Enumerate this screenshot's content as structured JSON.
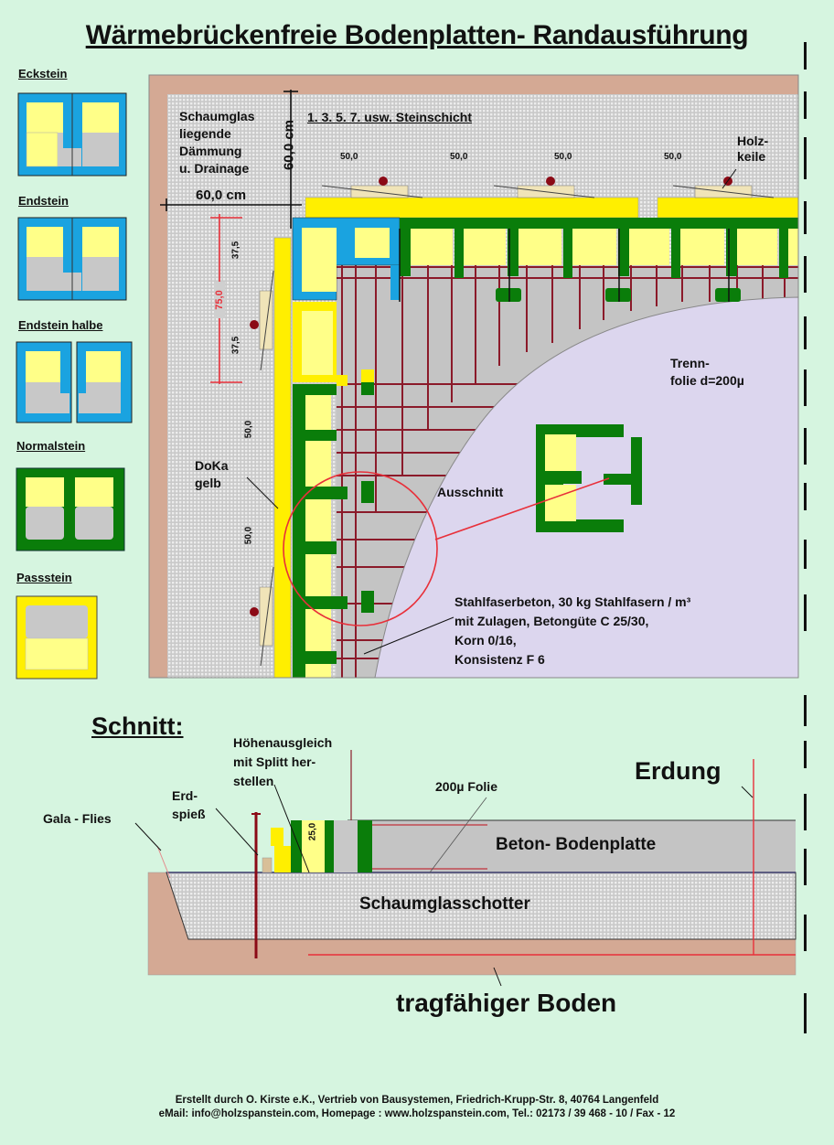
{
  "title": "Wärmebrückenfreie Bodenplatten- Randausführung",
  "colors": {
    "background": "#d6f5e0",
    "soil": "#d4a994",
    "gravel": "#d0d0d0",
    "blue_block": "#1aa3e0",
    "green_block": "#0a7d0a",
    "yellow_form": "#ffef00",
    "fill_light_yellow": "#ffff88",
    "concrete_grey": "#c4c4c4",
    "foil_lilac": "#dcd6ee",
    "rebar": "#8b1a2a",
    "red_line": "#e8303a"
  },
  "legend": [
    {
      "label": "Eckstein",
      "type": "corner-block"
    },
    {
      "label": "Endstein",
      "type": "end-block"
    },
    {
      "label": "Endstein halbe",
      "type": "half-end-block"
    },
    {
      "label": "Normalstein",
      "type": "normal-block"
    },
    {
      "label": "Passstein",
      "type": "fit-block"
    }
  ],
  "plan": {
    "insulation_label": [
      "Schaumglas",
      "liegende",
      "Dämmung",
      "u. Drainage"
    ],
    "dim_horizontal": "60,0 cm",
    "dim_vertical": "60,0 cm",
    "layer_caption": "1. 3. 5. 7. usw. Steinschicht",
    "spacing_labels": [
      "50,0",
      "50,0",
      "50,0",
      "50,0"
    ],
    "wood_wedges_label": [
      "Holz-",
      "keile"
    ],
    "side_dim_total": "75,0",
    "side_dim_parts": [
      "37,5",
      "37,5"
    ],
    "side_spacing_labels": [
      "50,0",
      "50,0"
    ],
    "doka_label": [
      "DoKa",
      "gelb"
    ],
    "foil_label": [
      "Trenn-",
      "folie d=200µ"
    ],
    "detail_label": "Ausschnitt",
    "concrete_spec": [
      "Stahlfaserbeton, 30 kg Stahlfasern / m³",
      "mit Zulagen, Betongüte C 25/30,",
      "Korn 0/16,",
      "Konsistenz F 6"
    ]
  },
  "section": {
    "heading": "Schnitt:",
    "height_adjust_label": [
      "Höhenausgleich",
      "mit Splitt her-",
      "stellen"
    ],
    "ground_spike_label": [
      "Erd-",
      "spieß"
    ],
    "fleece_label": "Gala - Flies",
    "foil_label": "200µ Folie",
    "grounding_label": "Erdung",
    "slab_label": "Beton- Bodenplatte",
    "gravel_label": "Schaumglasschotter",
    "block_height": "25,0",
    "subsoil_label": "tragfähiger Boden"
  },
  "footer": {
    "line1": "Erstellt durch O. Kirste e.K., Vertrieb von Bausystemen, Friedrich-Krupp-Str. 8, 40764 Langenfeld",
    "line2": "eMail: info@holzspanstein.com, Homepage : www.holzspanstein.com, Tel.: 02173 / 39 468 - 10 / Fax - 12"
  }
}
